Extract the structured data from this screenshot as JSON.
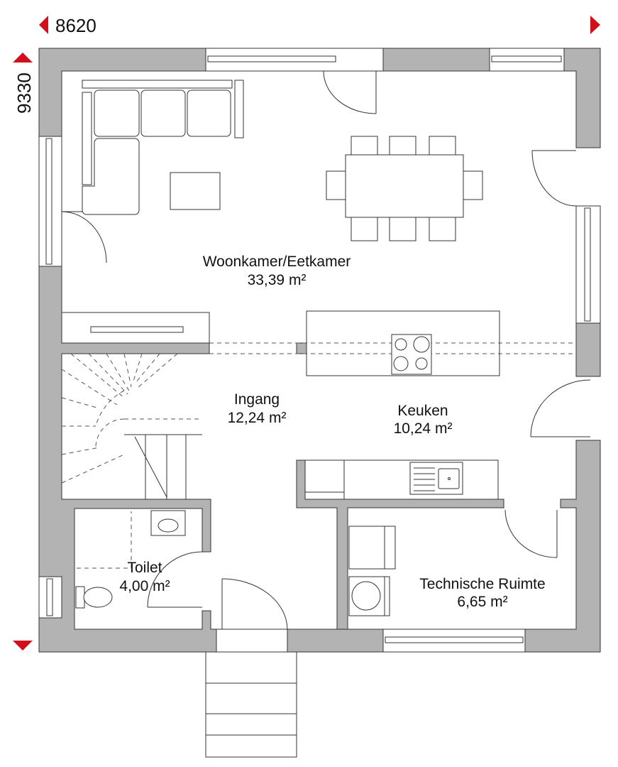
{
  "dimensions": {
    "width": "8620",
    "depth": "9330"
  },
  "colors": {
    "wall": "#b3b3b3",
    "arrow": "#d0111b",
    "line": "#333333"
  },
  "rooms": [
    {
      "name": "Woonkamer/Eetkamer",
      "area": "33,39 m²"
    },
    {
      "name": "Ingang",
      "area": "12,24 m²"
    },
    {
      "name": "Keuken",
      "area": "10,24 m²"
    },
    {
      "name": "Toilet",
      "area": "4,00 m²"
    },
    {
      "name": "Technische Ruimte",
      "area": "6,65 m²"
    }
  ]
}
